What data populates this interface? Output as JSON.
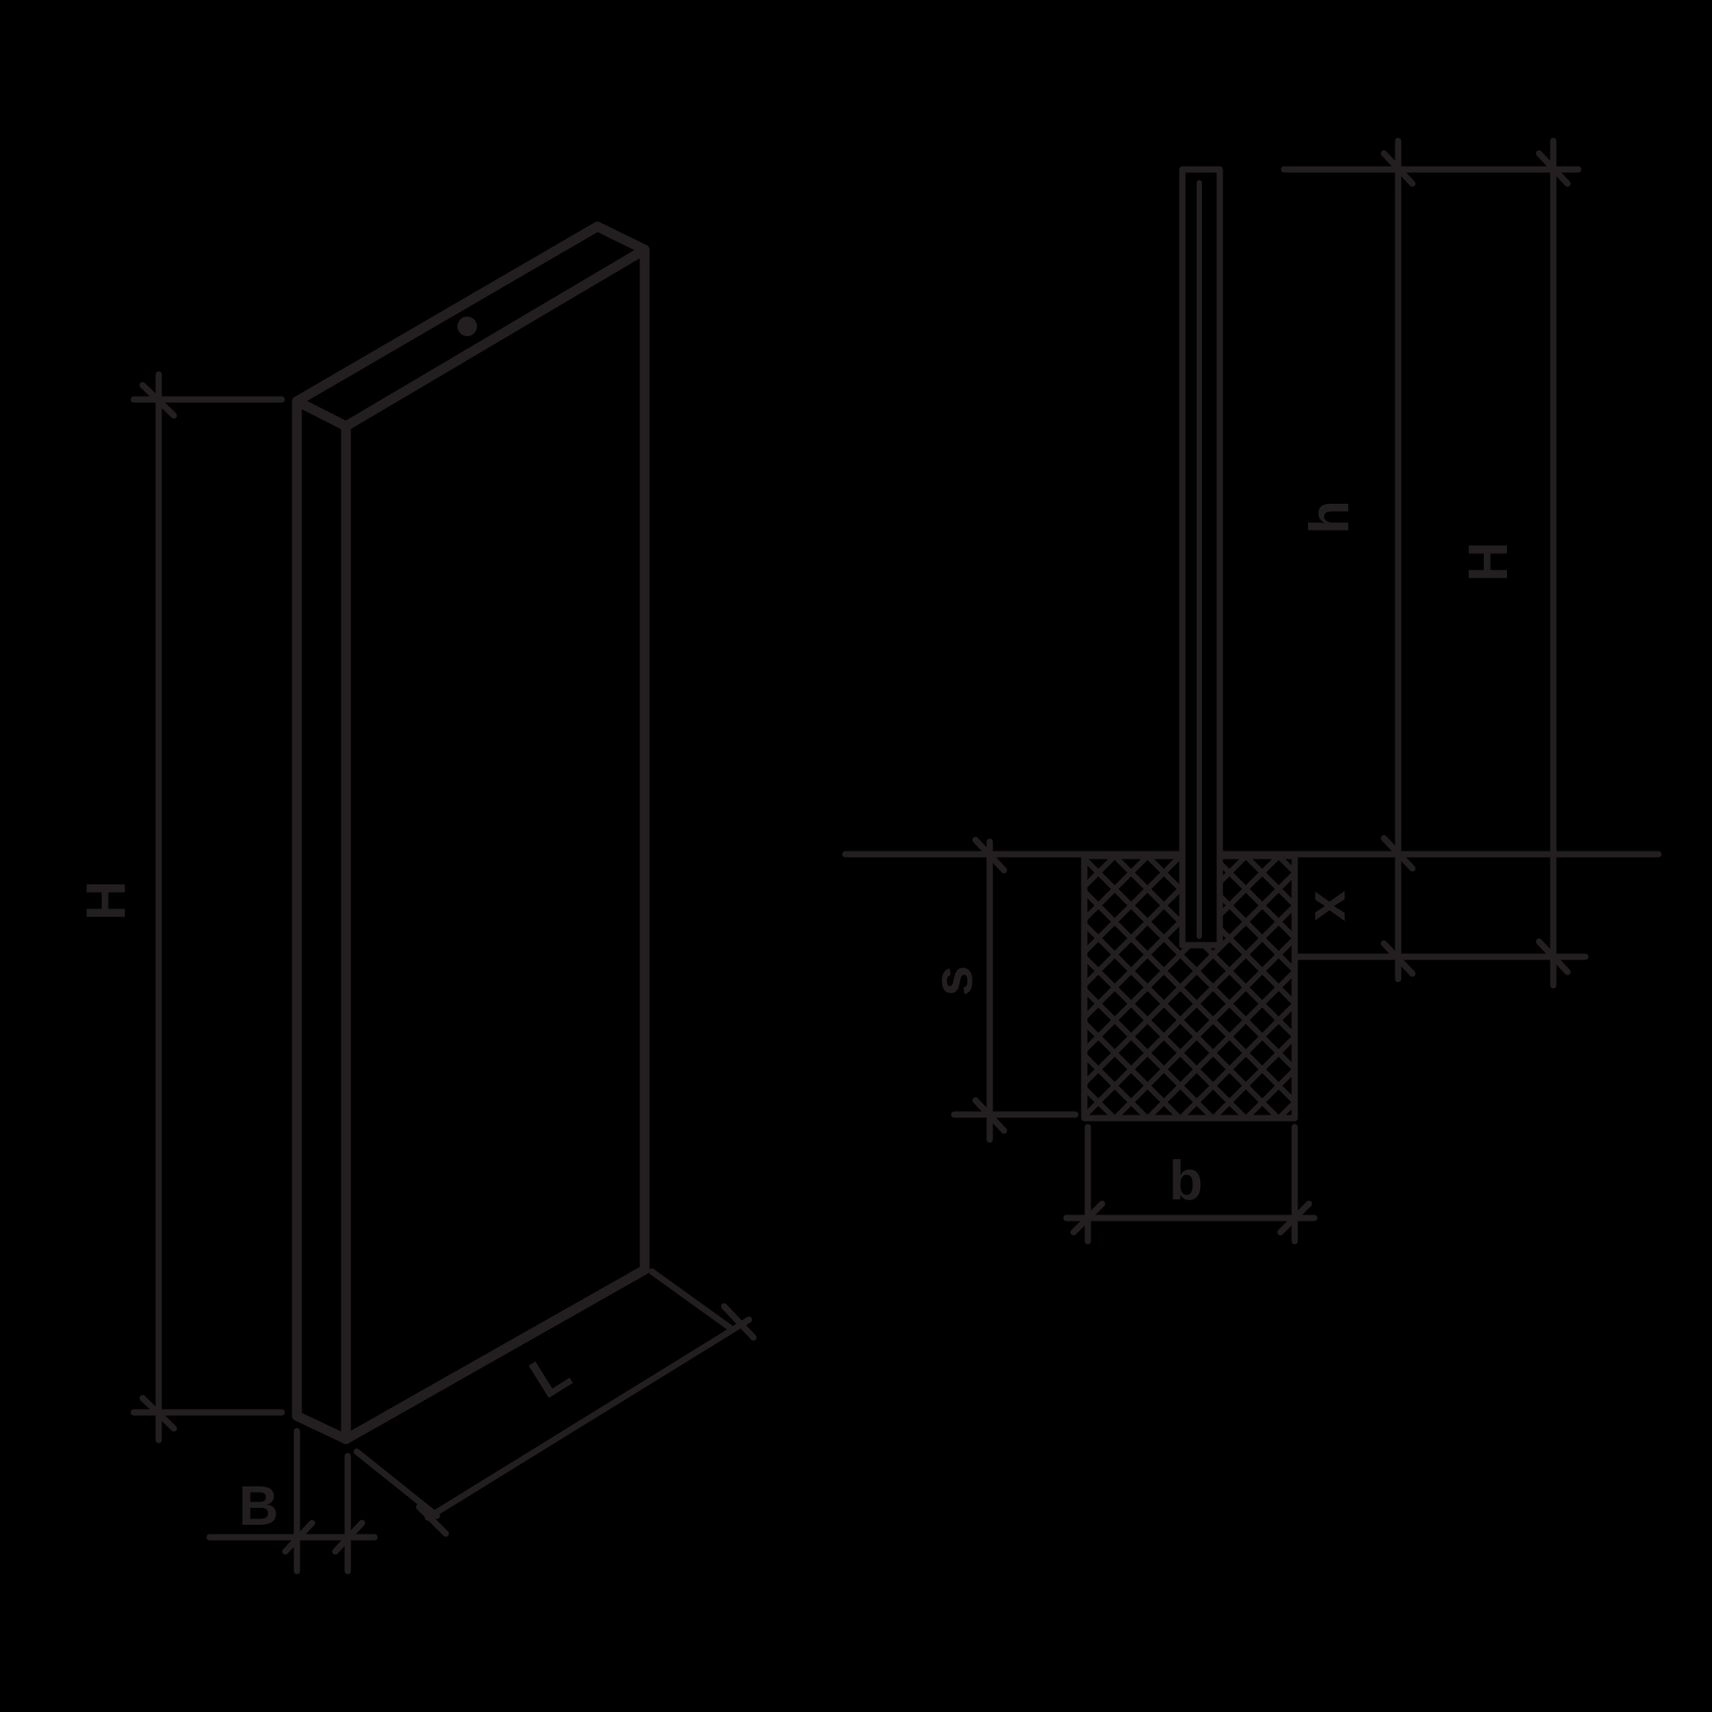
{
  "figure": {
    "background": "#000000",
    "line_color": "#231f20",
    "left_view": {
      "name": "panel-isometric",
      "labels": {
        "height": "H",
        "thickness": "B",
        "length": "L"
      }
    },
    "right_view": {
      "name": "post-foundation-section",
      "labels": {
        "height_above_ground": "h",
        "total_height": "H",
        "embed_depth": "x",
        "foundation_depth": "s",
        "foundation_width": "b"
      }
    }
  }
}
